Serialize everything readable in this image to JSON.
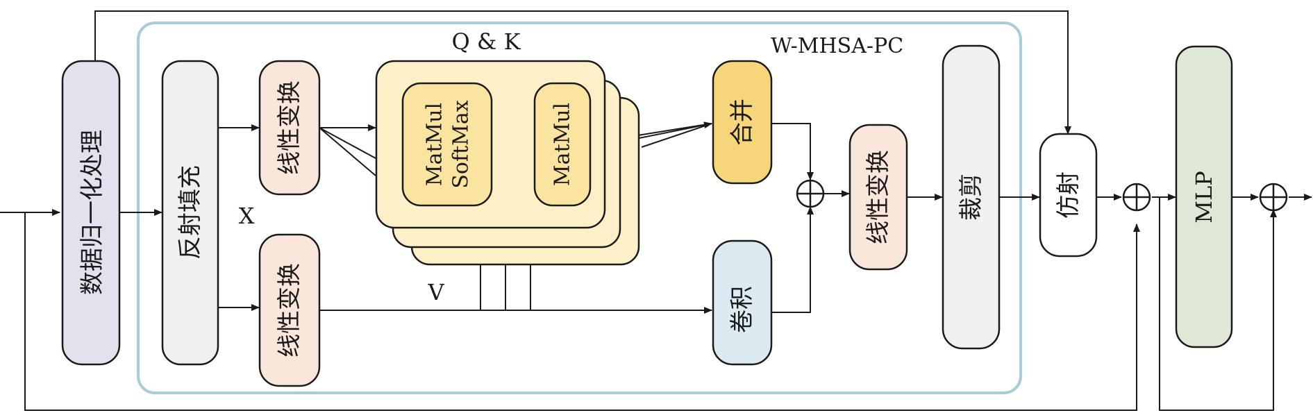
{
  "title": "W-MHSA-PC",
  "labels": {
    "qk": "Q & K",
    "x": "X",
    "v": "V"
  },
  "blocks": {
    "norm": "数据归一化处理",
    "pad": "反射填充",
    "linear_top": "线性变换",
    "linear_bottom": "线性变换",
    "matmul_softmax_line1": "MatMul",
    "matmul_softmax_line2": "SoftMax",
    "matmul": "MatMul",
    "merge": "合并",
    "conv": "卷积",
    "linear_after": "线性变换",
    "crop": "裁剪",
    "affine": "仿射",
    "mlp": "MLP"
  },
  "colors": {
    "container_border": "#a9ccd6",
    "norm_fill": "#e4e1ee",
    "pad_fill": "#f0f0f0",
    "linear_fill": "#fbe6dc",
    "attention_fill": "#fdf0c8",
    "matmul_fill": "#fbe3a0",
    "merge_fill": "#f7d57a",
    "conv_fill": "#dcebf2",
    "crop_fill": "#f0f0f0",
    "affine_fill": "#ffffff",
    "mlp_fill": "#dfe8d6"
  }
}
